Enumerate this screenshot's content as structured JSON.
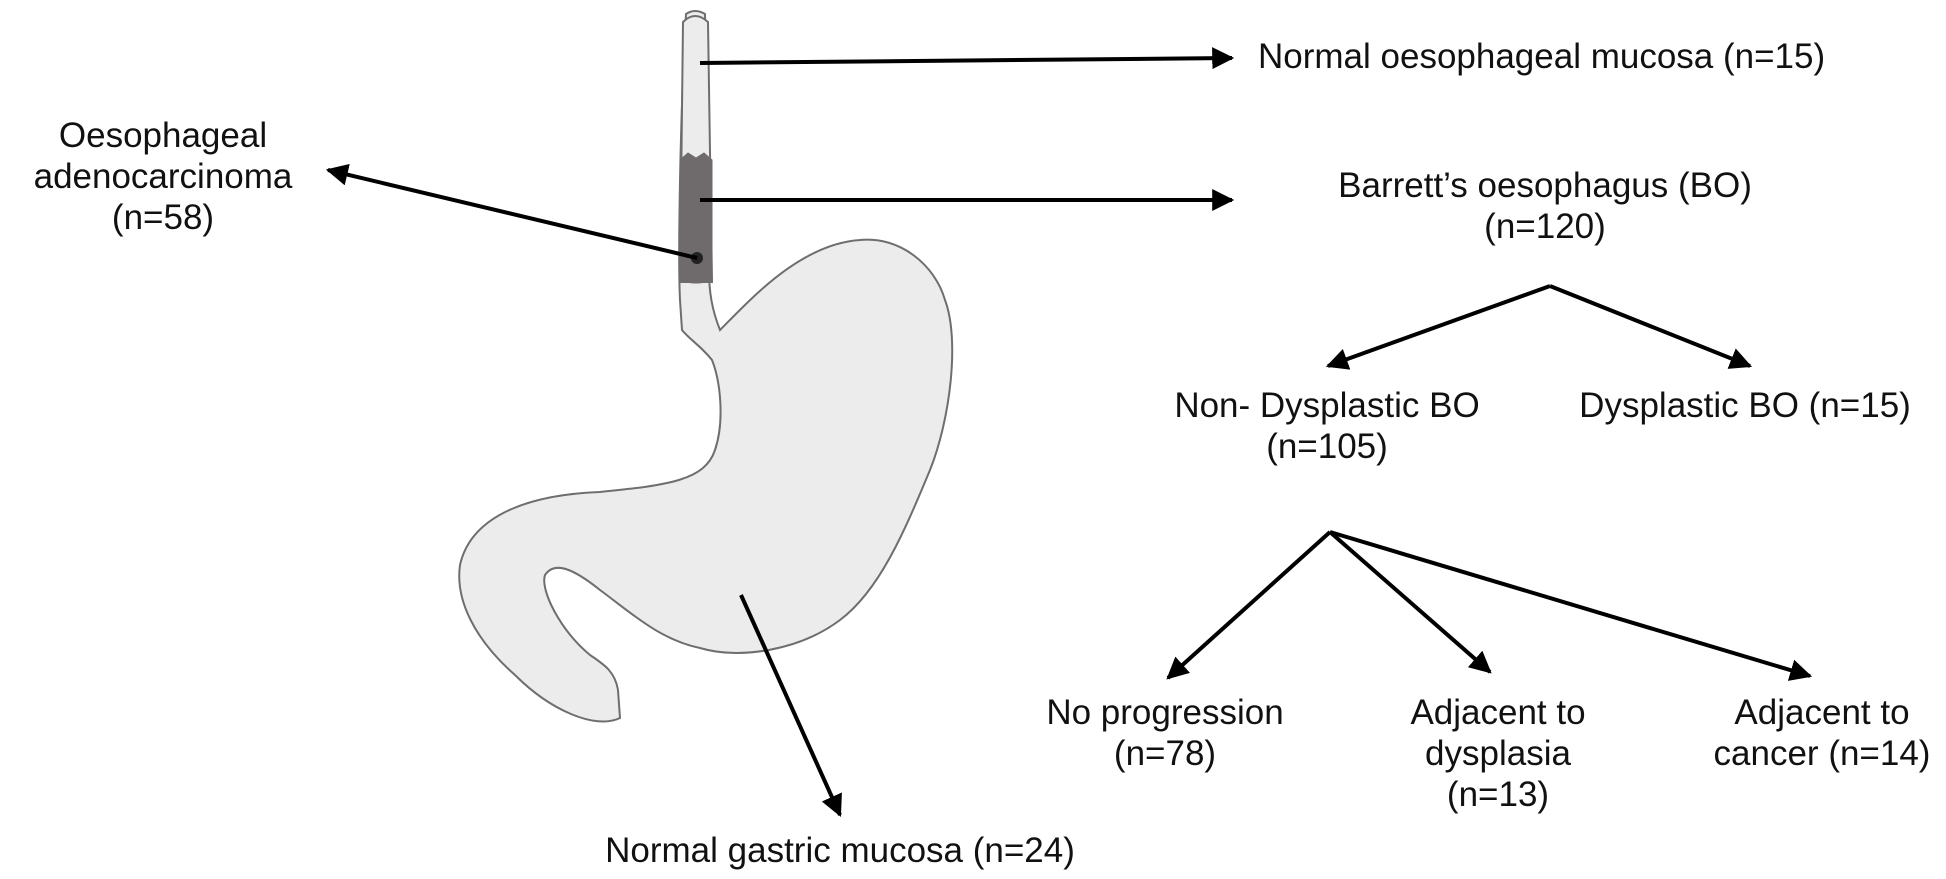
{
  "colors": {
    "stomach_fill": "#ececec",
    "outline": "#6e6e6e",
    "barrett_segment": "#6f6a6c",
    "arrow": "#000000",
    "text": "#111111"
  },
  "labels": {
    "normal_oesophageal": "Normal oesophageal mucosa (n=15)",
    "adenocarcinoma": {
      "line1": "Oesophageal",
      "line2": "adenocarcinoma",
      "line3": "(n=58)"
    },
    "barretts": {
      "line1": "Barrett’s oesophagus (BO)",
      "line2": "(n=120)"
    },
    "non_dysplastic": {
      "line1": "Non- Dysplastic BO",
      "line2": "(n=105)"
    },
    "dysplastic": "Dysplastic BO (n=15)",
    "no_progression": {
      "line1": "No progression",
      "line2": "(n=78)"
    },
    "adjacent_dysplasia": {
      "line1": "Adjacent to",
      "line2": "dysplasia",
      "line3": "(n=13)"
    },
    "adjacent_cancer": {
      "line1": "Adjacent to",
      "line2": "cancer (n=14)"
    },
    "normal_gastric": "Normal gastric mucosa (n=24)"
  }
}
